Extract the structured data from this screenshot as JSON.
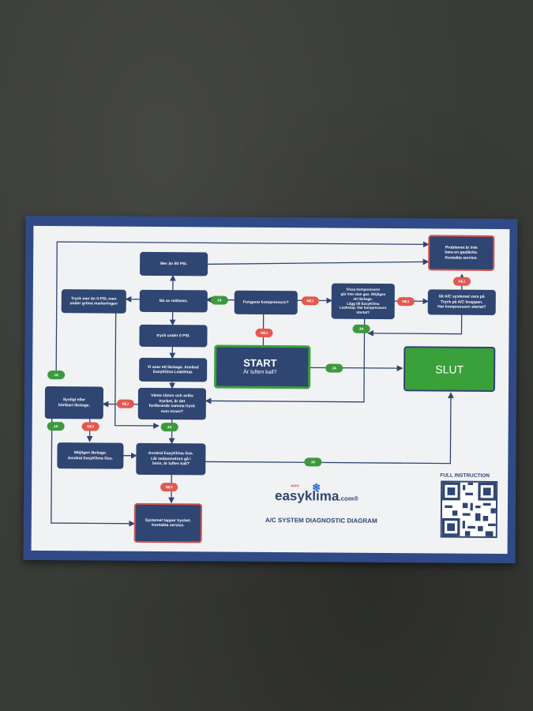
{
  "boxes": {
    "mer50": "Mer än 50 PSI.",
    "trycker_mer0": "Tryck mer än 0 PSI, men\nunder gröna markeringen",
    "las_av": "läs av mätaren.",
    "fungerar": "Fungerar kompressorn?",
    "vissa_komp": "Vissa kompressorer\ngår inte utan gas. Möjligen\nett läckage.\nLägg till EasyKlima\nLeakstop. Har kompressorn\nstartat?",
    "lat_ac": "låt A/C systemet vara på\nTryck på A/C knappen.\nHar kompressorn startat?",
    "problemet": "Problemet är inte\nbara en gasläcka.\nKontakta service.",
    "tryck_under0": "tryck under 0 PSI.",
    "vi_anar": "Vi anar ett läckage. Använd\nEasyKlima LeakStop.",
    "vanta": "Vänta 15min och avläs\ntrycket, är det\nfortfarande samma tryck\nsom innan?",
    "synligt": "Synligt eller\nhörtbart läckage.",
    "mojligen": "Möjligen läckage.\nAnvänd EasyKlima Gas.",
    "anvand_gas": "Använd EasyKlima Gas.\nLåt sedanmotorn gå i\n5min, är luften kall?",
    "systemet": "Systemet tappar trycket.\nKontakta service."
  },
  "start": {
    "title": "START",
    "subtitle": "Är luften kall?"
  },
  "slut": "SLUT",
  "badges": {
    "ja": "JA",
    "nej": "NEJ"
  },
  "logo": {
    "prefix": "auto",
    "brand": "easyklima",
    "suffix": ".com",
    "reg": "®"
  },
  "diagram_title": "A/C SYSTEM DIAGNOSTIC DIAGRAM",
  "full_instruction": "FULL INSTRUCTION",
  "colors": {
    "navy": "#2f4572",
    "green": "#3aa03a",
    "red": "#e3584f",
    "border_blue": "#2f4a86"
  }
}
